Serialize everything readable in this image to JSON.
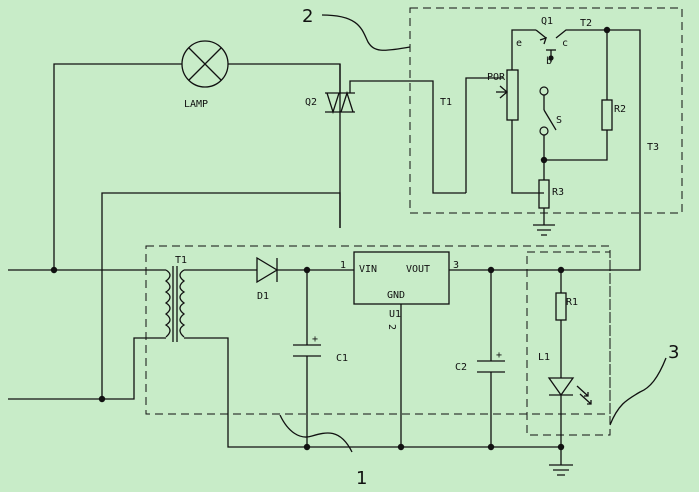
{
  "diagram": {
    "labels": {
      "lamp": "LAMP",
      "q2": "Q2",
      "q1": "Q1",
      "t2": "T2",
      "e": "e",
      "c": "c",
      "b": "b",
      "por": "POR",
      "t1_wire": "T1",
      "s": "S",
      "r2": "R2",
      "t3": "T3",
      "r3": "R3",
      "t1_transformer": "T1",
      "d1": "D1",
      "pin1": "1",
      "vin": "VIN",
      "vout": "VOUT",
      "pin3": "3",
      "gnd": "GND",
      "u1": "U1",
      "pin2": "2",
      "c1": "C1",
      "c2": "C2",
      "r1": "R1",
      "l1": "L1",
      "plus_c1": "+",
      "plus_c2": "+"
    },
    "callouts": {
      "one": "1",
      "two": "2",
      "three": "3"
    }
  }
}
